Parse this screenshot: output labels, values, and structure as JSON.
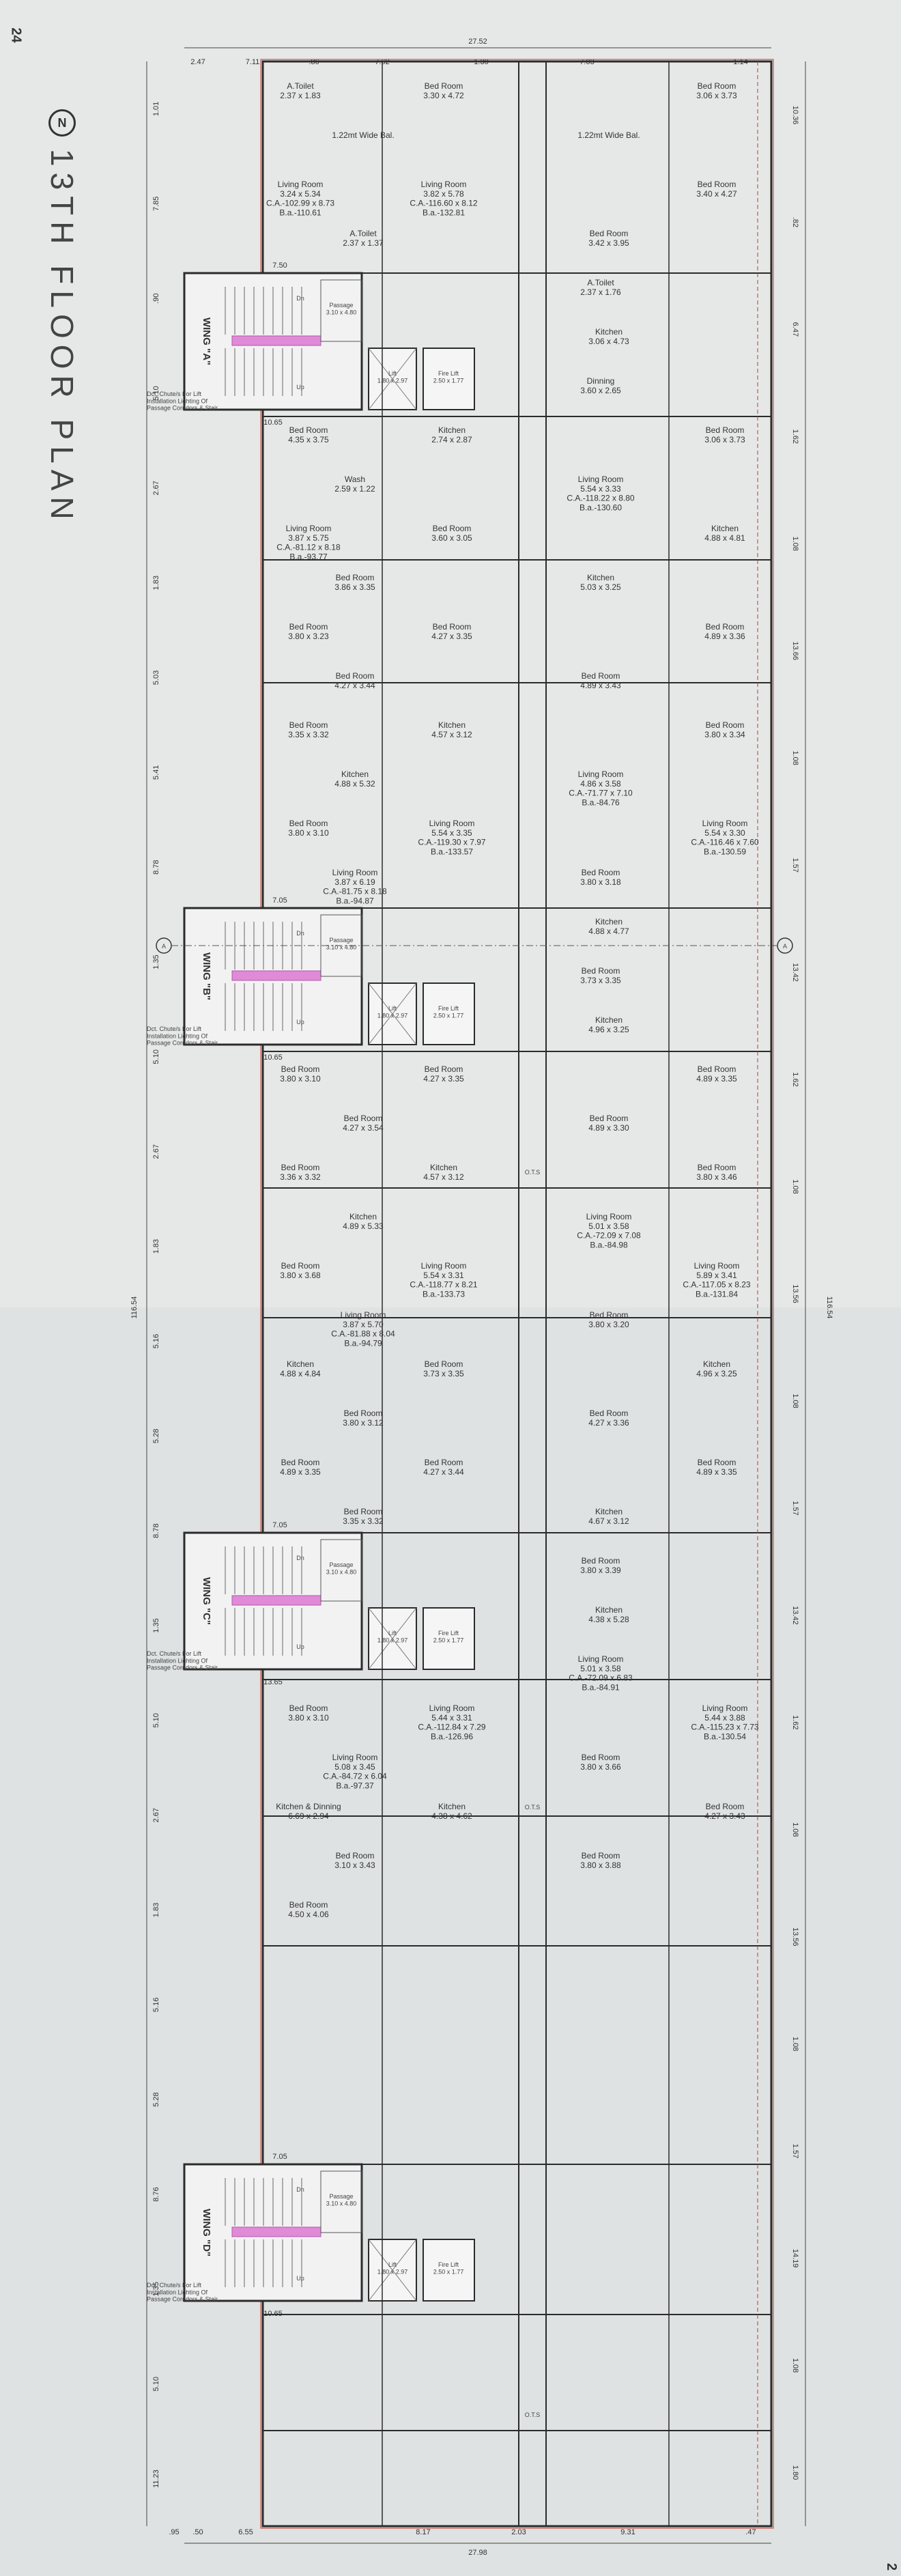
{
  "page": {
    "number_top": "24",
    "number_bottom": "2"
  },
  "title": "13TH FLOOR PLAN",
  "north_symbol": "N",
  "overall_dims": {
    "top": "27.52",
    "bottom": "27.98",
    "right": "116.54",
    "left": "116.54"
  },
  "top_dims": [
    "2.47",
    "7.11",
    ".86",
    "7.62",
    "1.30",
    "7.03",
    "1.14"
  ],
  "bottom_dims": [
    ".95",
    ".50",
    "6.55",
    "8.17",
    "2.03",
    "9.31",
    ".47"
  ],
  "left_dims": [
    "1.01",
    "7.85",
    ".90",
    "5.10",
    "2.67",
    "1.83",
    "5.03",
    "5.41",
    "8.78",
    "1.35",
    "5.10",
    "2.67",
    "1.83",
    "5.16",
    "5.28",
    "8.78",
    "1.35",
    "5.10",
    "2.67",
    "1.83",
    "5.16",
    "5.28",
    "8.76",
    "1.35",
    "5.10",
    "11.23"
  ],
  "right_dims": [
    "10.36",
    ".82",
    "6.47",
    "1.62",
    "1.08",
    "13.66",
    "1.08",
    "1.57",
    "13.42",
    "1.62",
    "1.08",
    "13.56",
    "1.08",
    "1.57",
    "13.42",
    "1.62",
    "1.08",
    "13.56",
    "1.08",
    "1.57",
    "14.19",
    "1.08",
    "1.80"
  ],
  "wings": [
    {
      "name": "WING \"A\"",
      "passage": "Passage\n3.10 x 4.80",
      "lift": "Lift\n1.80 x 2.97",
      "fire_lift": "Fire Lift\n2.50 x 1.77",
      "width": "10.65",
      "width2": "7.50",
      "on": "Dn",
      "up": "Up"
    },
    {
      "name": "WING \"B\"",
      "passage": "Passage\n3.10 x 4.80",
      "lift": "Lift\n1.80 x 2.97",
      "fire_lift": "Fire Lift\n2.50 x 1.77",
      "width": "10.65",
      "width2": "7.05",
      "on": "Dn",
      "up": "Up"
    },
    {
      "name": "WING \"C\"",
      "passage": "Passage\n3.10 x 4.80",
      "lift": "Lift\n1.80 x 2.97",
      "fire_lift": "Fire Lift\n2.50 x 1.77",
      "width": "13.65",
      "width2": "7.05",
      "on": "Dn",
      "up": "Up"
    },
    {
      "name": "WING \"D\"",
      "passage": "Passage\n3.10 x 4.80",
      "lift": "Lift\n1.80 x 2.97",
      "fire_lift": "Fire Lift\n2.50 x 1.77",
      "width": "10.65",
      "width2": "7.05",
      "on": "Dn",
      "up": "Up"
    }
  ],
  "rooms": [
    {
      "label": "A.Toilet\n2.37 x 1.83",
      "k": "a1"
    },
    {
      "label": "Bed Room\n3.30 x 4.72",
      "k": "a2"
    },
    {
      "label": "Bed Room\n3.06 x 3.73",
      "k": "a3"
    },
    {
      "label": "1.22mt Wide Bal.",
      "k": "a4"
    },
    {
      "label": "1.22mt Wide Bal.",
      "k": "a5"
    },
    {
      "label": "Living Room\n3.24 x 5.34\nC.A.-102.99 x 8.73\nB.a.-110.61",
      "k": "a6"
    },
    {
      "label": "Living Room\n3.82 x 5.78\nC.A.-116.60 x 8.12\nB.a.-132.81",
      "k": "a7"
    },
    {
      "label": "Bed Room\n3.40 x 4.27",
      "k": "a8"
    },
    {
      "label": "A.Toilet\n2.37 x 1.37",
      "k": "a9"
    },
    {
      "label": "Bed Room\n3.42 x 3.95",
      "k": "a10"
    },
    {
      "label": "A.Toilet\n2.37 x 1.76",
      "k": "a11"
    },
    {
      "label": "Kitchen\n3.06 x 4.73",
      "k": "a12"
    },
    {
      "label": "Dinning\n3.60 x 2.65",
      "k": "a13"
    },
    {
      "label": "Bed Room\n4.35 x 3.75",
      "k": "a14"
    },
    {
      "label": "Kitchen\n2.74 x 2.87",
      "k": "a15"
    },
    {
      "label": "Bed Room\n3.06 x 3.73",
      "k": "a16"
    },
    {
      "label": "Wash\n2.59 x 1.22",
      "k": "a17"
    },
    {
      "label": "Living Room\n5.54 x 3.33\nC.A.-118.22 x 8.80\nB.a.-130.60",
      "k": "b1"
    },
    {
      "label": "Living Room\n3.87 x 5.75\nC.A.-81.12 x 8.18\nB.a.-93.77",
      "k": "b2"
    },
    {
      "label": "Bed Room\n3.60 x 3.05",
      "k": "b3"
    },
    {
      "label": "Kitchen\n4.88 x 4.81",
      "k": "b4"
    },
    {
      "label": "Bed Room\n3.86 x 3.35",
      "k": "b5"
    },
    {
      "label": "Kitchen\n5.03 x 3.25",
      "k": "b6"
    },
    {
      "label": "Bed Room\n3.80 x 3.23",
      "k": "b7"
    },
    {
      "label": "Bed Room\n4.27 x 3.35",
      "k": "b8"
    },
    {
      "label": "Bed Room\n4.89 x 3.36",
      "k": "b9"
    },
    {
      "label": "Bed Room\n4.27 x 3.44",
      "k": "b10"
    },
    {
      "label": "Bed Room\n4.89 x 3.43",
      "k": "b11"
    },
    {
      "label": "Bed Room\n3.35 x 3.32",
      "k": "b12"
    },
    {
      "label": "Kitchen\n4.57 x 3.12",
      "k": "b13"
    },
    {
      "label": "Bed Room\n3.80 x 3.34",
      "k": "b14"
    },
    {
      "label": "Kitchen\n4.88 x 5.32",
      "k": "b15"
    },
    {
      "label": "Living Room\n4.86 x 3.58\nC.A.-71.77 x 7.10\nB.a.-84.76",
      "k": "b16"
    },
    {
      "label": "Bed Room\n3.80 x 3.10",
      "k": "b17"
    },
    {
      "label": "Living Room\n5.54 x 3.35\nC.A.-119.30 x 7.97\nB.a.-133.57",
      "k": "c1"
    },
    {
      "label": "Living Room\n5.54 x 3.30\nC.A.-116.46 x 7.60\nB.a.-130.59",
      "k": "c2"
    },
    {
      "label": "Living Room\n3.87 x 6.19\nC.A.-81.75 x 8.18\nB.a.-94.87",
      "k": "c3"
    },
    {
      "label": "Bed Room\n3.80 x 3.18",
      "k": "c4"
    },
    {
      "label": "Kitchen\n4.88 x 4.77",
      "k": "c5"
    },
    {
      "label": "Bed Room\n3.73 x 3.35",
      "k": "c6"
    },
    {
      "label": "Kitchen\n4.96 x 3.25",
      "k": "c7"
    },
    {
      "label": "Bed Room\n3.80 x 3.10",
      "k": "c8"
    },
    {
      "label": "Bed Room\n4.27 x 3.35",
      "k": "c9"
    },
    {
      "label": "Bed Room\n4.89 x 3.35",
      "k": "c10"
    },
    {
      "label": "Bed Room\n4.27 x 3.54",
      "k": "d1"
    },
    {
      "label": "Bed Room\n4.89 x 3.30",
      "k": "d2"
    },
    {
      "label": "Bed Room\n3.36 x 3.32",
      "k": "d3"
    },
    {
      "label": "Kitchen\n4.57 x 3.12",
      "k": "d4"
    },
    {
      "label": "Bed Room\n3.80 x 3.46",
      "k": "d5"
    },
    {
      "label": "Kitchen\n4.89 x 5.33",
      "k": "d6"
    },
    {
      "label": "Living Room\n5.01 x 3.58\nC.A.-72.09 x 7.08\nB.a.-84.98",
      "k": "d7"
    },
    {
      "label": "Bed Room\n3.80 x 3.68",
      "k": "d8"
    },
    {
      "label": "Living Room\n5.54 x 3.31\nC.A.-118.77 x 8.21\nB.a.-133.73",
      "k": "e1"
    },
    {
      "label": "Living Room\n5.89 x 3.41\nC.A.-117.05 x 8.23\nB.a.-131.84",
      "k": "e2"
    },
    {
      "label": "Living Room\n3.87 x 5.70\nC.A.-81.88 x 8.04\nB.a.-94.79",
      "k": "e3"
    },
    {
      "label": "Bed Room\n3.80 x 3.20",
      "k": "e4"
    },
    {
      "label": "Kitchen\n4.88 x 4.84",
      "k": "e5"
    },
    {
      "label": "Bed Room\n3.73 x 3.35",
      "k": "e6"
    },
    {
      "label": "Kitchen\n4.96 x 3.25",
      "k": "e7"
    },
    {
      "label": "Bed Room\n3.80 x 3.12",
      "k": "e8"
    },
    {
      "label": "Bed Room\n4.27 x 3.36",
      "k": "e9"
    },
    {
      "label": "Bed Room\n4.89 x 3.35",
      "k": "e10"
    },
    {
      "label": "Bed Room\n4.27 x 3.44",
      "k": "f1"
    },
    {
      "label": "Bed Room\n4.89 x 3.35",
      "k": "f2"
    },
    {
      "label": "Bed Room\n3.35 x 3.32",
      "k": "f3"
    },
    {
      "label": "Kitchen\n4.67 x 3.12",
      "k": "f4"
    },
    {
      "label": "Bed Room\n3.80 x 3.39",
      "k": "f5"
    },
    {
      "label": "Kitchen\n4.38 x 5.28",
      "k": "f6"
    },
    {
      "label": "Living Room\n5.01 x 3.58\nC.A.-72.09 x 6.83\nB.a.-84.91",
      "k": "f7"
    },
    {
      "label": "Bed Room\n3.80 x 3.10",
      "k": "f8"
    },
    {
      "label": "Living Room\n5.44 x 3.31\nC.A.-112.84 x 7.29\nB.a.-126.96",
      "k": "g1"
    },
    {
      "label": "Living Room\n5.44 x 3.88\nC.A.-115.23 x 7.73\nB.a.-130.54",
      "k": "g2"
    },
    {
      "label": "Living Room\n5.08 x 3.45\nC.A.-84.72 x 6.04\nB.a.-97.37",
      "k": "g3"
    },
    {
      "label": "Bed Room\n3.80 x 3.66",
      "k": "g4"
    },
    {
      "label": "Kitchen & Dinning\n6.69 x 2.94",
      "k": "g5"
    },
    {
      "label": "Kitchen\n4.38 x 4.62",
      "k": "g6"
    },
    {
      "label": "Bed Room\n4.27 x 3.43",
      "k": "g7"
    },
    {
      "label": "Bed Room\n3.10 x 3.43",
      "k": "g8"
    },
    {
      "label": "Bed Room\n3.80 x 3.88",
      "k": "g9"
    },
    {
      "label": "Bed Room\n4.50 x 4.06",
      "k": "g10"
    }
  ],
  "markers": [
    {
      "text": "A"
    },
    {
      "text": "A"
    }
  ],
  "notes": {
    "duct": "Dct. Chute/s For Lift\nInstallation Lighting Of\nPassage Corridors & Stair",
    "ots": "O.T.S"
  }
}
